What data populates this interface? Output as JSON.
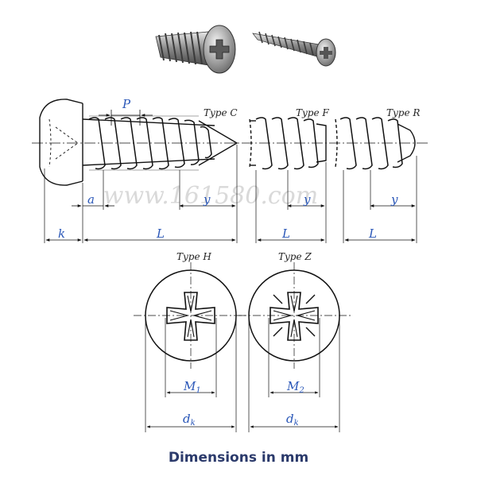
{
  "colors": {
    "label_blue": "#2a57b8",
    "caption_navy": "#2b3a6b",
    "line": "#111111",
    "watermark": "#d9d9d9"
  },
  "watermark": "www.161580.com",
  "types": {
    "c": "Type C",
    "f": "Type F",
    "r": "Type R",
    "h": "Type H",
    "z": "Type Z"
  },
  "dims": {
    "p": "P",
    "a": "a",
    "y": "y",
    "k": "k",
    "l": "L",
    "m1_base": "M",
    "m1_sub": "1",
    "m2_base": "M",
    "m2_sub": "2",
    "dk_base": "d",
    "dk_sub": "k"
  },
  "caption": "Dimensions in mm"
}
